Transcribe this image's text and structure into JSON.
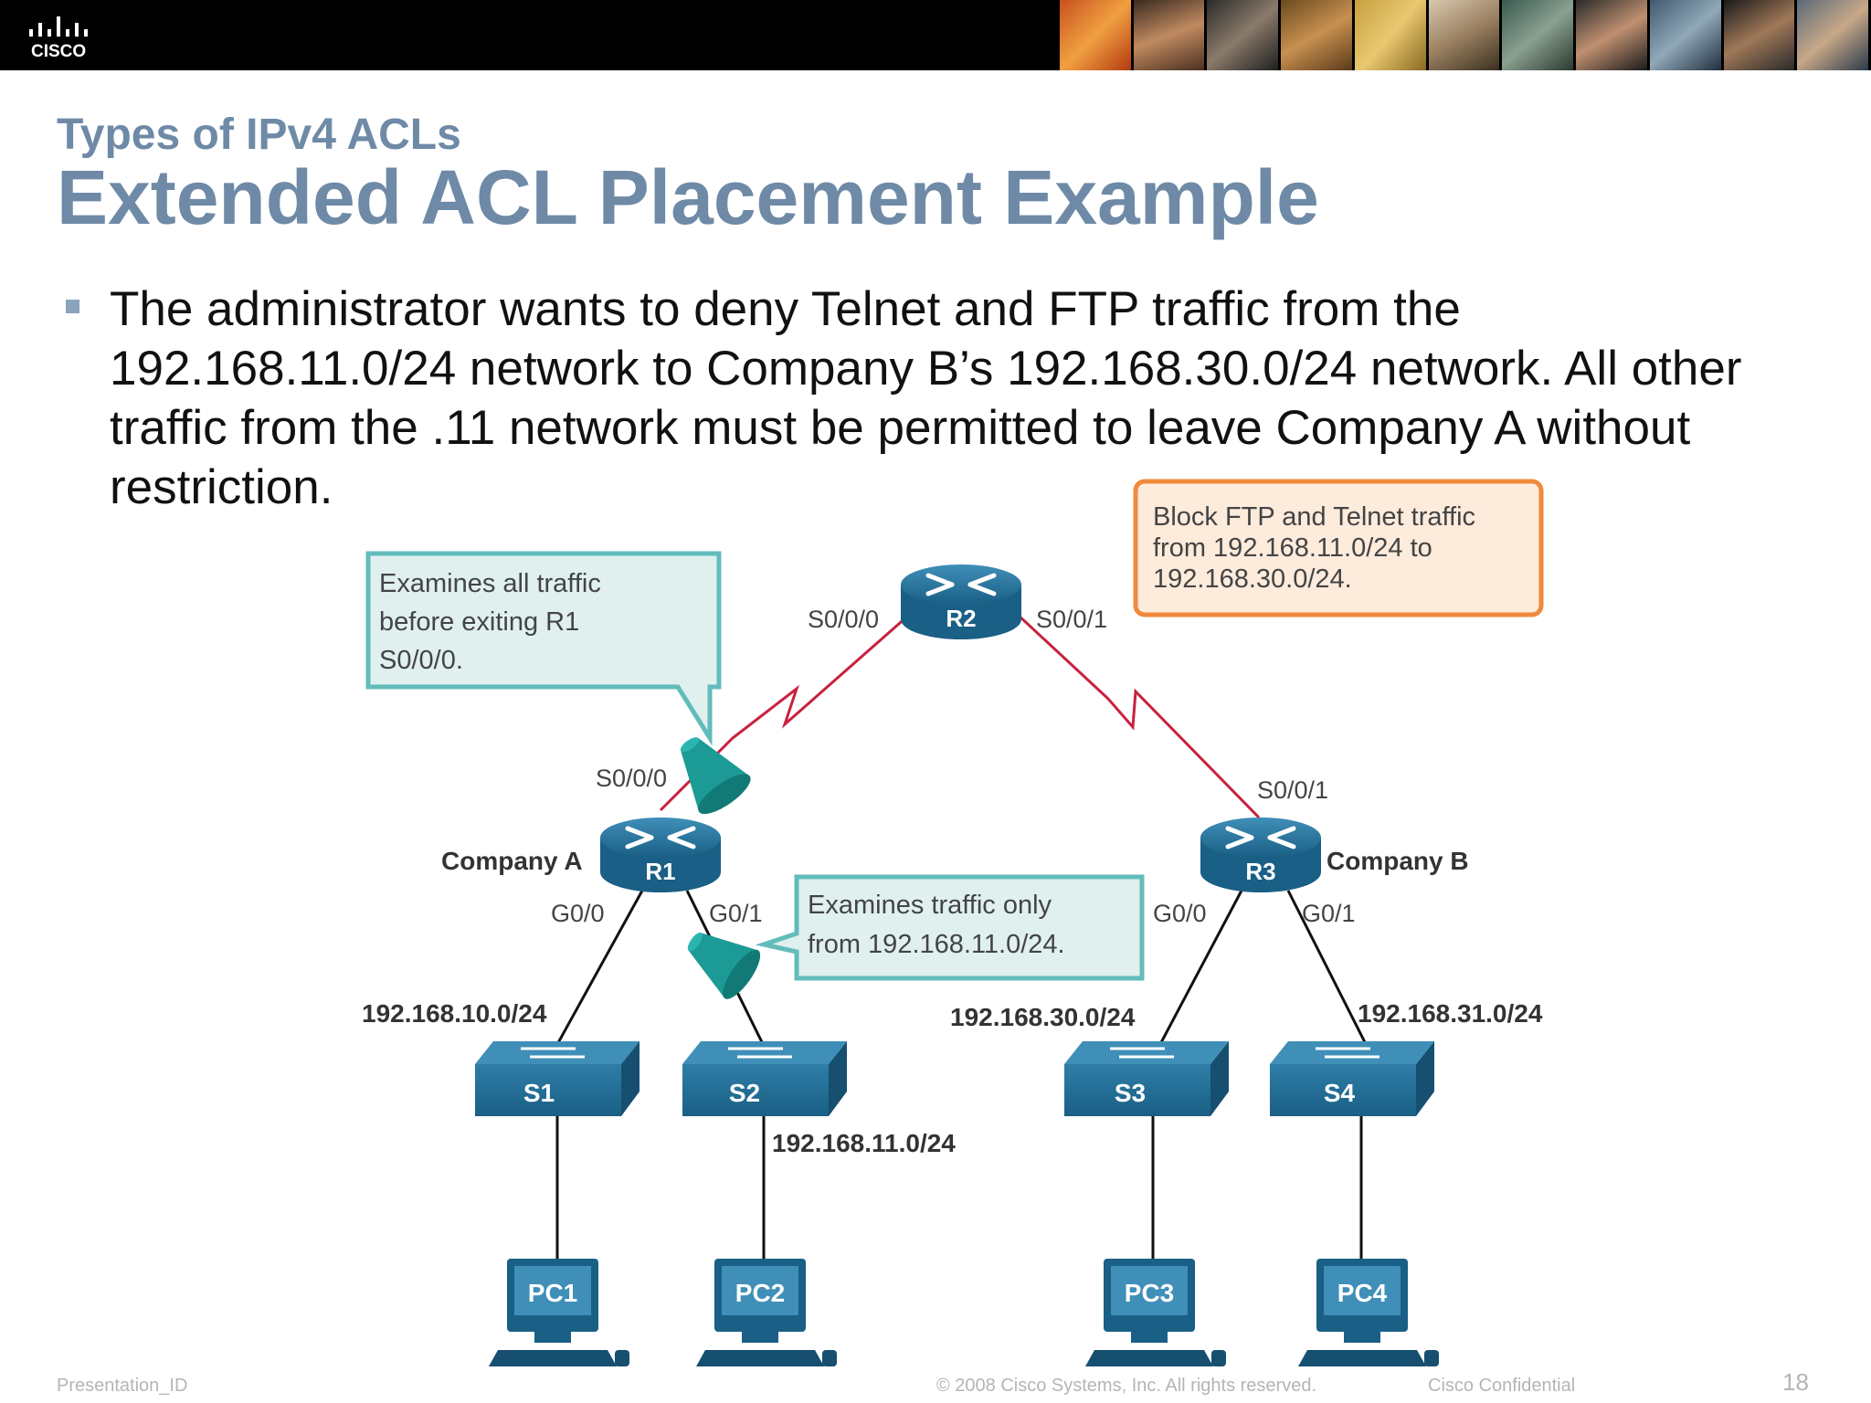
{
  "header": {
    "logo_text": "CISCO"
  },
  "slide": {
    "subtitle": "Types of IPv4 ACLs",
    "title": "Extended ACL Placement Example",
    "bullet": "The administrator wants to deny Telnet and FTP traffic from the 192.168.11.0/24 network to Company B’s 192.168.30.0/24 network. All other traffic from the .11 network must be permitted to leave Company A without restriction."
  },
  "diagram": {
    "routers": {
      "r1": "R1",
      "r2": "R2",
      "r3": "R3"
    },
    "switches": {
      "s1": "S1",
      "s2": "S2",
      "s3": "S3",
      "s4": "S4"
    },
    "pcs": {
      "pc1": "PC1",
      "pc2": "PC2",
      "pc3": "PC3",
      "pc4": "PC4"
    },
    "companies": {
      "a": "Company A",
      "b": "Company B"
    },
    "interfaces": {
      "r2_s000": "S0/0/0",
      "r2_s001": "S0/0/1",
      "r1_s000": "S0/0/0",
      "r3_s001": "S0/0/1",
      "r1_g00": "G0/0",
      "r1_g01": "G0/1",
      "r3_g00": "G0/0",
      "r3_g01": "G0/1"
    },
    "networks": {
      "net10": "192.168.10.0/24",
      "net11": "192.168.11.0/24",
      "net30": "192.168.30.0/24",
      "net31": "192.168.31.0/24"
    },
    "callouts": {
      "left": [
        "Examines all traffic",
        "before exiting R1",
        "S0/0/0."
      ],
      "middle": [
        "Examines traffic only",
        "from 192.168.11.0/24."
      ],
      "right": [
        "Block FTP and Telnet traffic",
        "from 192.168.11.0/24 to",
        "192.168.30.0/24."
      ]
    },
    "colors": {
      "device": "#1f6e96",
      "serial_link": "#c8213e",
      "filter": "#1c9a96",
      "callout_teal": "#62bcbb",
      "callout_orange": "#f08a3c"
    }
  },
  "footer": {
    "presentation_id": "Presentation_ID",
    "copyright": "© 2008 Cisco Systems, Inc. All rights reserved.",
    "confidential": "Cisco Confidential",
    "page_number": "18"
  }
}
